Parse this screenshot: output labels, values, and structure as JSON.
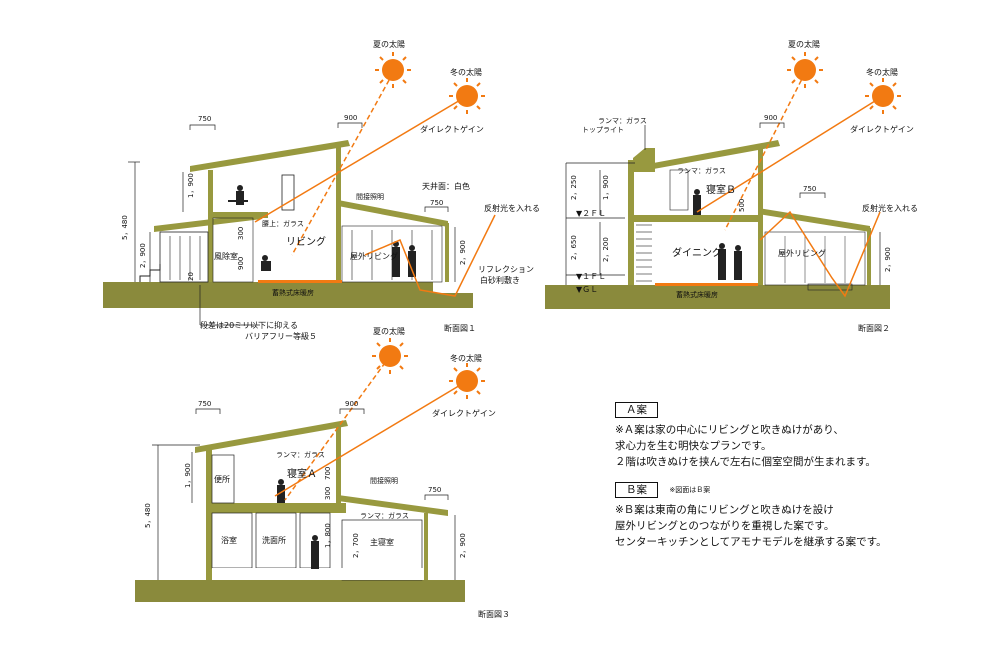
{
  "colors": {
    "ground": "#8a8a3c",
    "roof": "#98993f",
    "wall": "#98993f",
    "sun": "#f27a12",
    "ray": "#f27a12",
    "dim_line": "#222222",
    "floor_heat": "#f27a12"
  },
  "common": {
    "summer_sun": "夏の太陽",
    "winter_sun": "冬の太陽",
    "direct_gain": "ダイレクトゲイン",
    "reflect_in": "反射光を入れる",
    "dim_750": "750",
    "dim_900": "900",
    "transom_glass": "ランマ：ガラス"
  },
  "section1": {
    "caption": "断面図１",
    "dim_height": "5，480",
    "dim_upper": "1，900",
    "dim_lower": "2，900",
    "dim_right": "2，900",
    "dim_300": "300",
    "dim_900b": "900",
    "dim_20": "20",
    "label_koshiue": "腰上：ガラス",
    "label_living": "リビング",
    "label_bath": "風除室",
    "label_outdoor": "屋外リビング",
    "label_ceiling": "天井面：白色",
    "label_lighting": "間接照明",
    "label_reflection": "リフレクション",
    "label_gravel": "白砂利敷き",
    "label_floor_heat": "蓄熱式床暖房",
    "note_step1": "段差は20ミリ以下に抑える",
    "note_step2": "バリアフリー等級５"
  },
  "section2": {
    "caption": "断面図２",
    "label_toplight": "トップライト",
    "label_bedroom": "寝室Ｂ",
    "label_dining": "ダイニング",
    "label_outdoor": "屋外リビング",
    "label_floor_heat": "蓄熱式床暖房",
    "dim_2250": "2，250",
    "dim_2650": "2，650",
    "dim_1900": "1，900",
    "dim_2200": "2，200",
    "dim_2900": "2，900",
    "dim_500": "500",
    "dim_900": "900",
    "dim_750b": "750",
    "lvl_2fl": "▼２ＦＬ",
    "lvl_1fl": "▼１ＦＬ",
    "lvl_gl": "▼ＧＬ"
  },
  "section3": {
    "caption": "断面図３",
    "label_toilet": "便所",
    "label_bedroom": "寝室Ａ",
    "label_bath": "浴室",
    "label_wash": "洗面所",
    "label_master": "主寝室",
    "label_lighting": "間接照明",
    "dim_5480": "5，480",
    "dim_1900": "1，900",
    "dim_1800": "1，800",
    "dim_2700": "2，700",
    "dim_2900": "2，900",
    "dim_700": "700",
    "dim_300": "300"
  },
  "notes": {
    "case_a_title": "Ａ案",
    "case_a_lines": [
      "※Ａ案は家の中心にリビングと吹きぬけがあり、",
      "求心力を生む明快なプランです。",
      "２階は吹きぬけを挟んで左右に個室空間が生まれます。"
    ],
    "case_b_title": "Ｂ案",
    "case_b_sub": "※図面はＢ案",
    "case_b_lines": [
      "※Ｂ案は東南の角にリビングと吹きぬけを設け",
      "屋外リビングとのつながりを重視した案です。",
      "センターキッチンとしてアモナモデルを継承する案です。"
    ]
  }
}
